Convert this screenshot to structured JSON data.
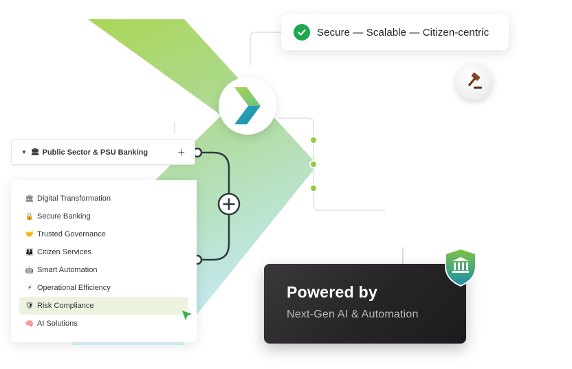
{
  "tagline": {
    "text": "Secure — Scalable — Citizen-centric"
  },
  "dropdown": {
    "label": "Public Sector & PSU Banking",
    "emoji": "🏛",
    "caret": "▼",
    "plus": "+"
  },
  "list": {
    "items": [
      {
        "emoji": "🏛",
        "label": "Digital Transformation"
      },
      {
        "emoji": "🔒",
        "label": "Secure Banking"
      },
      {
        "emoji": "🤝",
        "label": "Trusted Governance"
      },
      {
        "emoji": "👪",
        "label": "Citizen Services"
      },
      {
        "emoji": "🤖",
        "label": "Smart Automation"
      },
      {
        "emoji": "⚡",
        "label": "Operational Efficiency"
      },
      {
        "emoji": "🛡",
        "label": "Risk Compliance"
      },
      {
        "emoji": "🧠",
        "label": "AI Solutions"
      }
    ],
    "active_index": 6
  },
  "powered": {
    "title": "Powered by",
    "subtitle": "Next-Gen AI & Automation"
  },
  "icons": {
    "check": "check-icon",
    "gavel": "gavel-icon",
    "logo": "chevron-logo-icon",
    "shield": "bank-shield-icon",
    "cursor": "cursor-arrow-icon",
    "add": "plus-circle-icon"
  },
  "colors": {
    "chevron_top": "#a6d44f",
    "chevron_bottom": "#b9e3e6",
    "accent_green": "#8ccf3e",
    "check_green": "#1fa84f",
    "connector": "#2f3a40",
    "card_dark": "#262427",
    "shield_teal": "#1f9aa8"
  }
}
